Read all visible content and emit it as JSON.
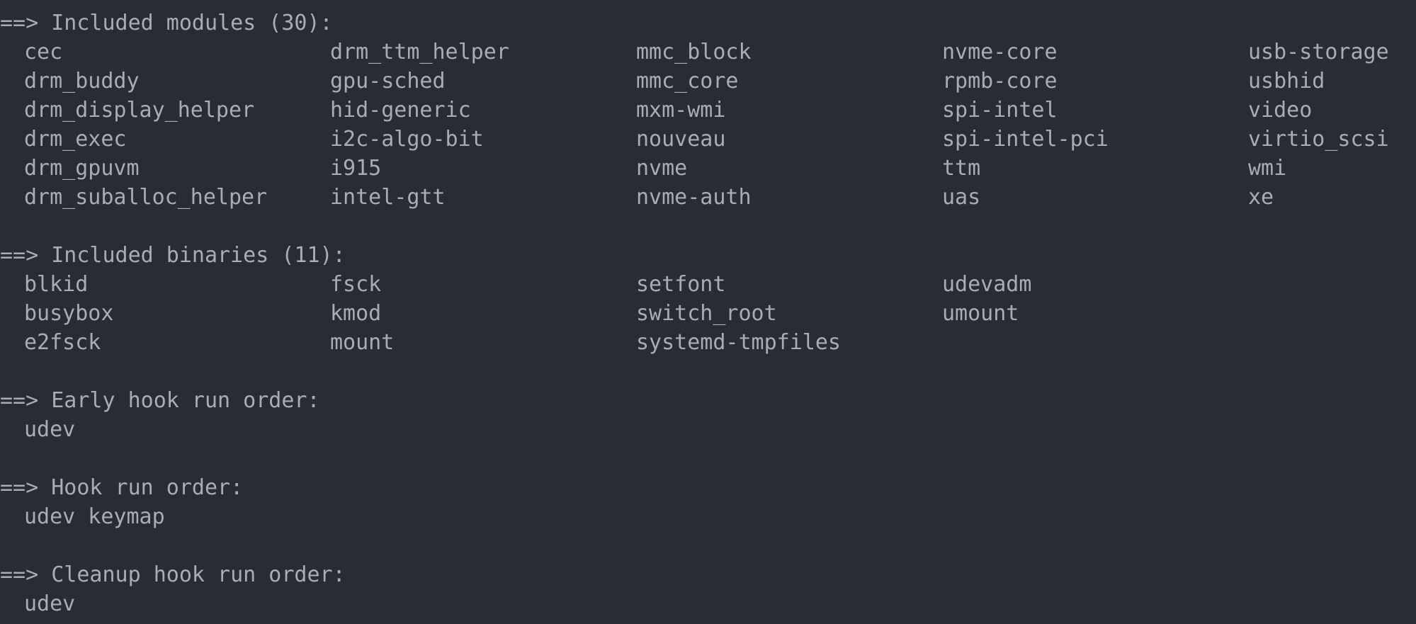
{
  "sections": {
    "modules": {
      "header": "==> Included modules (30):",
      "rows": [
        [
          "cec",
          "drm_ttm_helper",
          "mmc_block",
          "nvme-core",
          "usb-storage"
        ],
        [
          "drm_buddy",
          "gpu-sched",
          "mmc_core",
          "rpmb-core",
          "usbhid"
        ],
        [
          "drm_display_helper",
          "hid-generic",
          "mxm-wmi",
          "spi-intel",
          "video"
        ],
        [
          "drm_exec",
          "i2c-algo-bit",
          "nouveau",
          "spi-intel-pci",
          "virtio_scsi"
        ],
        [
          "drm_gpuvm",
          "i915",
          "nvme",
          "ttm",
          "wmi"
        ],
        [
          "drm_suballoc_helper",
          "intel-gtt",
          "nvme-auth",
          "uas",
          "xe"
        ]
      ]
    },
    "binaries": {
      "header": "==> Included binaries (11):",
      "rows": [
        [
          "blkid",
          "fsck",
          "setfont",
          "udevadm"
        ],
        [
          "busybox",
          "kmod",
          "switch_root",
          "umount"
        ],
        [
          "e2fsck",
          "mount",
          "systemd-tmpfiles"
        ]
      ]
    },
    "early_hooks": {
      "header": "==> Early hook run order:",
      "value": "udev"
    },
    "hooks": {
      "header": "==> Hook run order:",
      "value": "udev keymap"
    },
    "cleanup_hooks": {
      "header": "==> Cleanup hook run order:",
      "value": "udev"
    }
  },
  "colors": {
    "background": "#282c35",
    "foreground": "#a9acb2"
  }
}
